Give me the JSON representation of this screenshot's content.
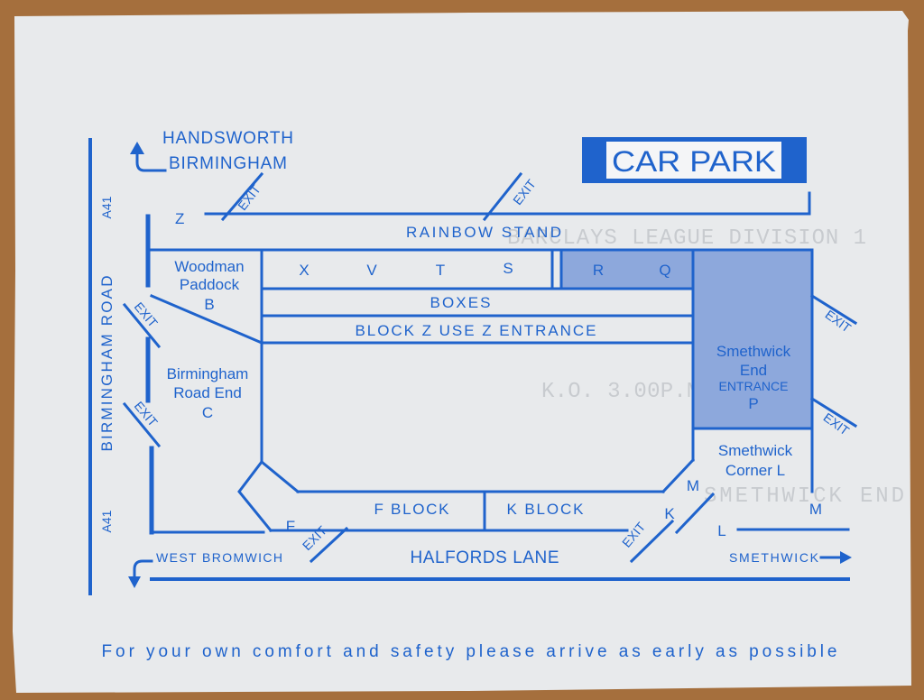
{
  "colors": {
    "ink": "#1f63cc",
    "shaded_area": "#8da8dc",
    "paper": "#e8eaec",
    "wood": "#a56f3d",
    "ghost_print": "#8e949c"
  },
  "map": {
    "top_road": {
      "destination_line1": "HANDSWORTH",
      "destination_line2": "BIRMINGHAM",
      "arrow_icon": "arrow-up-left-icon"
    },
    "left_road": {
      "route_top": "A41",
      "name": "BIRMINGHAM ROAD",
      "route_bottom": "A41"
    },
    "bottom_road": {
      "name": "HALFORDS LANE",
      "left_destination": "WEST BROMWICH",
      "left_arrow_icon": "arrow-down-left-icon",
      "right_destination": "SMETHWICK",
      "right_arrow_icon": "arrow-right-icon"
    },
    "car_park": "CAR PARK",
    "exit_label": "EXIT",
    "stands": {
      "rainbow_stand": "RAINBOW STAND",
      "rainbow_blocks": [
        "X",
        "V",
        "T",
        "S",
        "R",
        "Q"
      ],
      "boxes": "BOXES",
      "block_z_notice": "BLOCK Z USE Z ENTRANCE",
      "woodman_paddock": {
        "line1": "Woodman",
        "line2": "Paddock",
        "block": "B"
      },
      "birmingham_road_end": {
        "line1": "Birmingham",
        "line2": "Road End",
        "block": "C"
      },
      "smethwick_end": {
        "line1": "Smethwick",
        "line2": "End",
        "line3": "ENTRANCE",
        "block": "P"
      },
      "smethwick_corner": {
        "line1": "Smethwick",
        "line2": "Corner L"
      },
      "f_block": "F BLOCK",
      "k_block": "K BLOCK"
    },
    "entrances": {
      "z": "Z",
      "f": "F",
      "k": "K",
      "l": "L",
      "m_corner": "M",
      "m_right": "M"
    }
  },
  "footer_notice": "For your own comfort and safety please arrive as early as possible",
  "show_through_print": [
    "BARCLAYS LEAGUE DIVISION 1",
    "K.O. 3.00P.M.",
    "SMETHWICK END"
  ]
}
